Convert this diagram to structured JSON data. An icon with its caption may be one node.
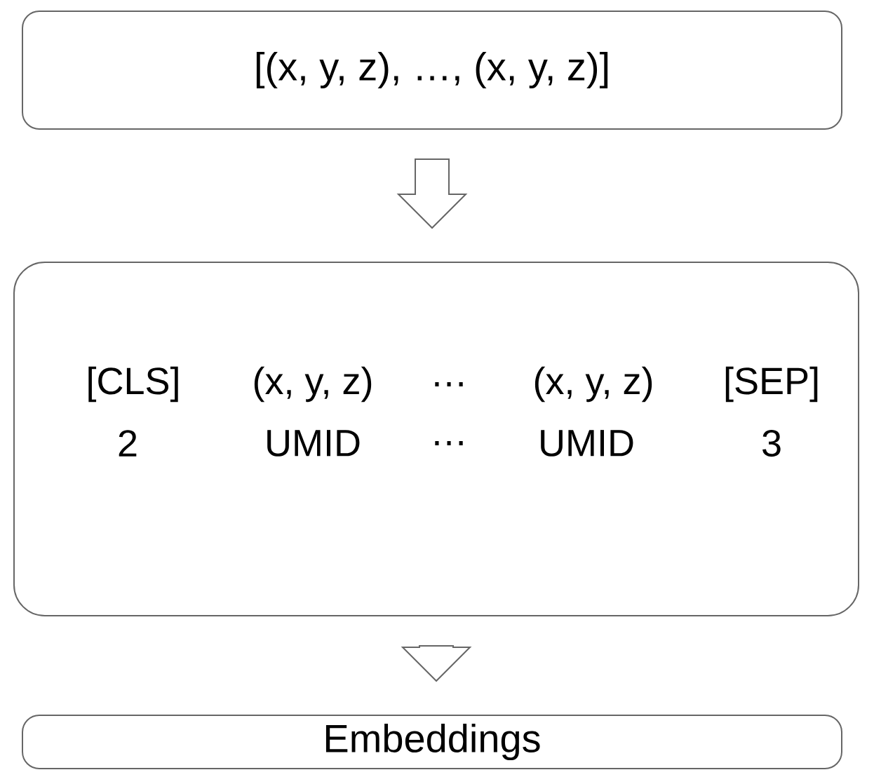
{
  "diagram": {
    "nodes": [
      {
        "text": [
          "[(x, y, z), …, (x, y, z)]"
        ]
      },
      {
        "text": [
          "[CLS]",
          "(x, y, z)",
          "…",
          "(x, y, z)",
          "[SEP]",
          "2",
          "UMID",
          "…",
          "UMID",
          "3"
        ]
      },
      {
        "text": [
          "Embeddings"
        ]
      }
    ],
    "edges": [
      {
        "from": 0,
        "to": 1,
        "arrow": "to"
      },
      {
        "from": 1,
        "to": 2,
        "arrow": "to"
      }
    ]
  }
}
